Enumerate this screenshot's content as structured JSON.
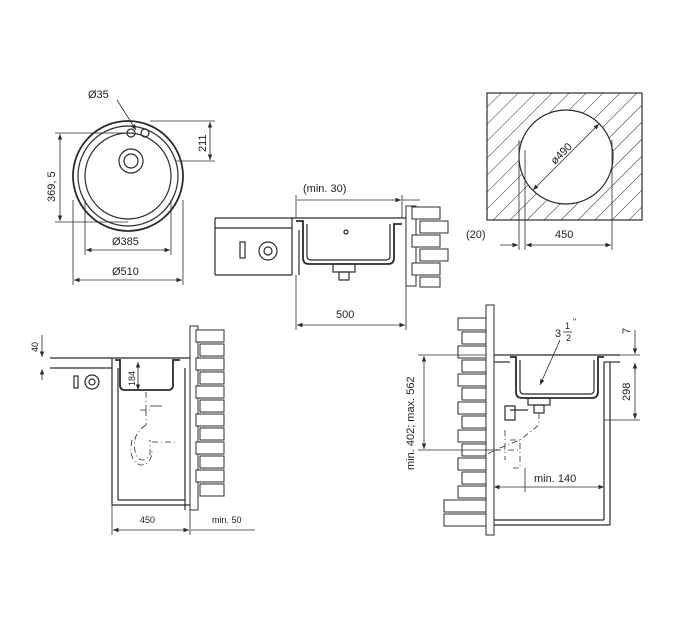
{
  "top_view": {
    "hole_diameter": "Ø35",
    "offset_211": "211",
    "dim_369_5": "369, 5",
    "bowl_diameter": "Ø385",
    "outer_diameter": "Ø510"
  },
  "section_view": {
    "min_30": "(min. 30)",
    "width_500": "500"
  },
  "cutout_view": {
    "cutout_diameter": "ø490",
    "gap_20": "(20)",
    "width_450": "450"
  },
  "cabinet_view": {
    "dim_40": "40",
    "dim_184": "184",
    "dim_450": "450",
    "dim_min_50": "min. 50"
  },
  "plumbing_view": {
    "drain_size_whole": "3",
    "drain_size_num": "1",
    "drain_size_den": "2",
    "drain_size_mark": "\"",
    "dim_7": "7",
    "dim_298": "298",
    "dim_height": "min. 402; max. 562",
    "dim_min_140": "min. 140"
  }
}
